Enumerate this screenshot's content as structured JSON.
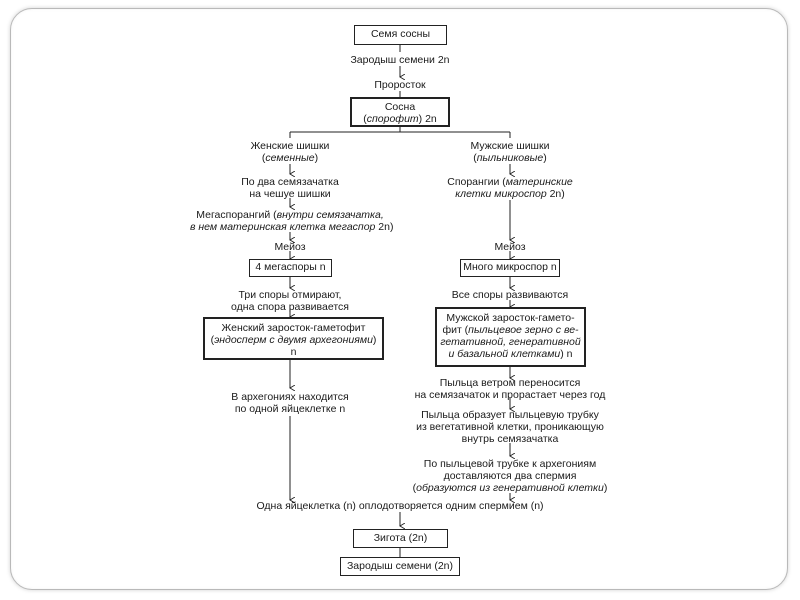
{
  "top": {
    "seed": "Семя сосны",
    "embryo": "Зародыш семени 2n",
    "sprout": "Проросток",
    "pine_line1": "Сосна",
    "pine_open": "(",
    "pine_italic": "спорофит",
    "pine_close": ") 2n"
  },
  "left": {
    "cones_title": "Женские шишки",
    "cones_open": "(",
    "cones_italic": "семенные",
    "cones_close": ")",
    "ovules_1": "По два семязачатка",
    "ovules_2": "на чешуе шишки",
    "mega_1a": "Мегаспорангий (",
    "mega_1b": "внутри семязачатка,",
    "mega_2a": "в нем материнская клетка мегаспор",
    "mega_2b": " 2n)",
    "meiosis": "Мейоз",
    "megaspores": "4 мегаспоры n",
    "three_die_1": "Три споры отмирают,",
    "three_die_2": "одна спора развивается",
    "gam_1": "Женский заросток-гаметофит",
    "gam_2a": "(",
    "gam_2b": "эндосперм с двумя архегониями",
    "gam_2c": ")",
    "gam_3": "n",
    "arch_1": "В архегониях находится",
    "arch_2": "по одной яйцеклетке n"
  },
  "right": {
    "cones_title": "Мужские шишки",
    "cones_open": "(",
    "cones_italic": "пыльниковые",
    "cones_close": ")",
    "spor_1a": "Спорангии (",
    "spor_1b": "материнские",
    "spor_2a": "клетки микроспор",
    "spor_2b": " 2n)",
    "meiosis": "Мейоз",
    "microspores": "Много микроспор n",
    "all_develop": "Все споры развиваются",
    "mgam_1": "Мужской заросток-гамето-",
    "mgam_2a": "фит (",
    "mgam_2b": "пыльцевое зерно с ве-",
    "mgam_3": "гетативной, генеративной",
    "mgam_4a": "и базальной клетками",
    "mgam_4b": ") n",
    "wind_1": "Пыльца ветром переносится",
    "wind_2": "на семязачаток и прорастает через год",
    "tube_1": "Пыльца образует пыльцевую трубку",
    "tube_2": "из вегетативной клетки, проникающую",
    "tube_3": "внутрь семязачатка",
    "sperm_1": "По пыльцевой трубке к архегониям",
    "sperm_2": "доставляются два спермия",
    "sperm_3a": "(",
    "sperm_3b": "образуются из генеративной клетки",
    "sperm_3c": ")"
  },
  "bottom": {
    "fert": "Одна яйцеклетка (n) оплодотворяется одним спермием (n)",
    "zygote": "Зигота (2n)",
    "embryo": "Зародыш семени (2n)"
  }
}
